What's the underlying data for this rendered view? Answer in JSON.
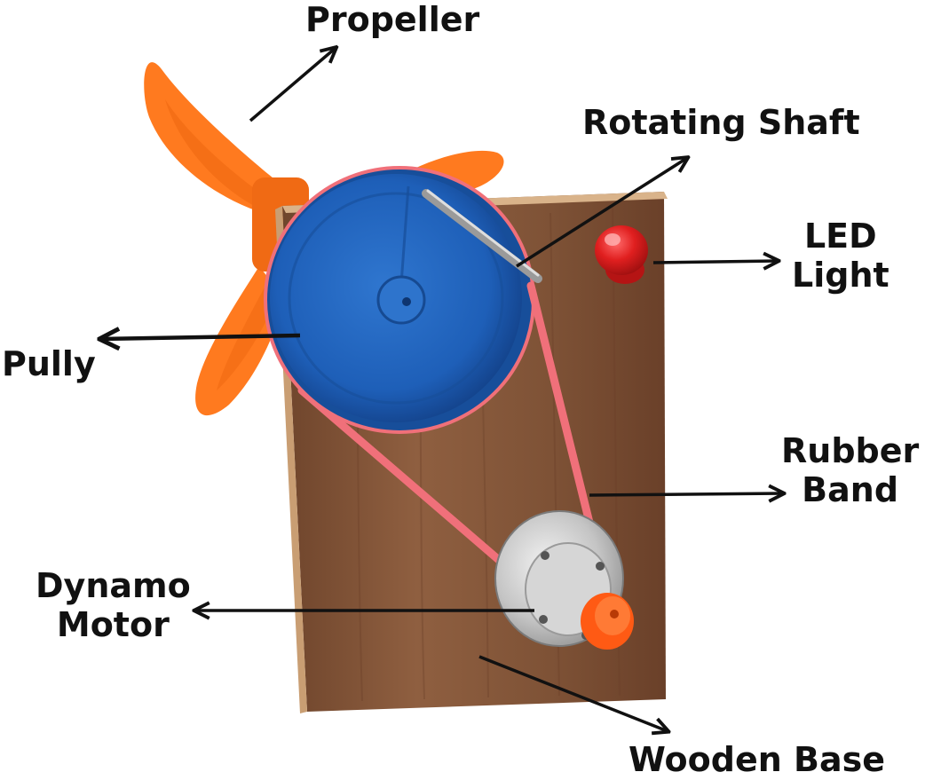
{
  "labels": {
    "propeller": "Propeller",
    "rotating_shaft": "Rotating Shaft",
    "led_line1": "LED",
    "led_line2": "Light",
    "pully": "Pully",
    "rubber_line1": "Rubber",
    "rubber_line2": "Band",
    "dynamo_line1": "Dynamo",
    "dynamo_line2": "Motor",
    "wooden_base": "Wooden Base"
  },
  "colors": {
    "propeller": "#ff7a1f",
    "pulley": "#1e5fb8",
    "wood": "#8a5a3c",
    "rubber_band": "#f0707a",
    "led": "#d91e1e",
    "motor": "#c8c8c8",
    "motor_gear": "#ff5a14",
    "arrow": "#111111"
  }
}
